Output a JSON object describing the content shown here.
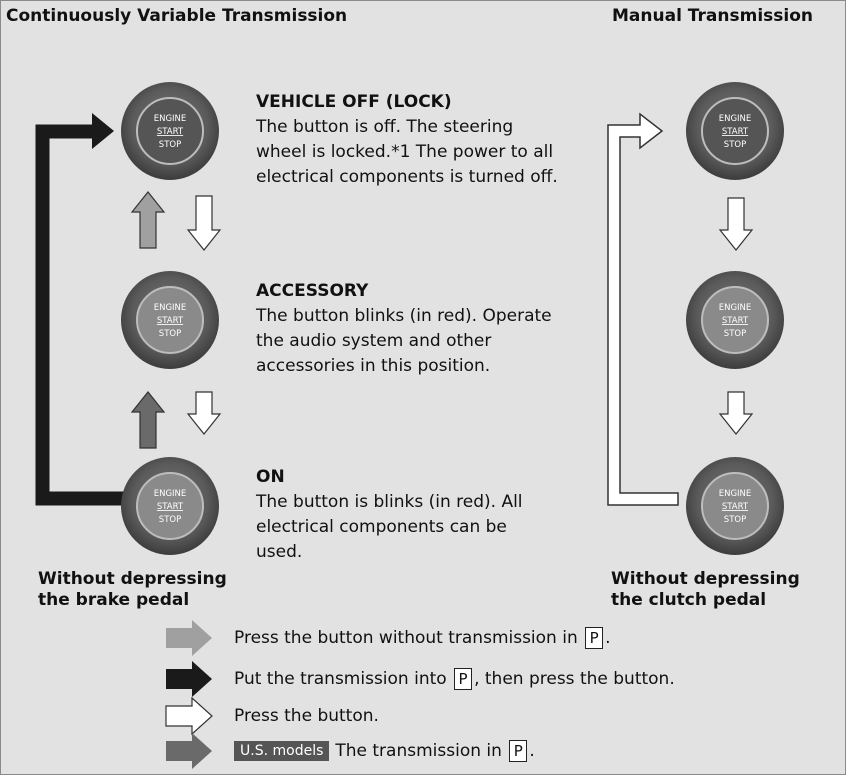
{
  "headers": {
    "cvt": "Continuously Variable Transmission",
    "manual": "Manual Transmission"
  },
  "button_face": {
    "top": "ENGINE",
    "middle": "START",
    "bottom": "STOP"
  },
  "states": [
    {
      "title": "VEHICLE OFF (LOCK)",
      "body": "The button is off. The steering wheel is locked.*1 The power to all electrical components is turned off.",
      "button_color": "#555555"
    },
    {
      "title": "ACCESSORY",
      "body": "The button blinks (in red). Operate the audio system and other accessories in this position.",
      "button_color": "#8a8a8a"
    },
    {
      "title": "ON",
      "body": "The button is blinks (in red). All electrical components can be used.",
      "button_color": "#8a8a8a"
    }
  ],
  "captions": {
    "cvt": [
      "Without depressing",
      "the brake pedal"
    ],
    "manual": [
      "Without depressing",
      "the clutch pedal"
    ]
  },
  "legend": [
    {
      "arrow_color": "#9e9e9e",
      "text_before": "Press the button without transmission in",
      "box": "P",
      "text_after": "."
    },
    {
      "arrow_color": "#1a1a1a",
      "text_before": "Put the transmission into",
      "box": "P",
      "text_after": ", then press the button."
    },
    {
      "arrow_color": "#ffffff",
      "text_before": "Press the button.",
      "box": "",
      "text_after": ""
    },
    {
      "arrow_color": "#6a6a6a",
      "badge": "U.S. models",
      "text_before": "The transmission in",
      "box": "P",
      "text_after": "."
    }
  ]
}
